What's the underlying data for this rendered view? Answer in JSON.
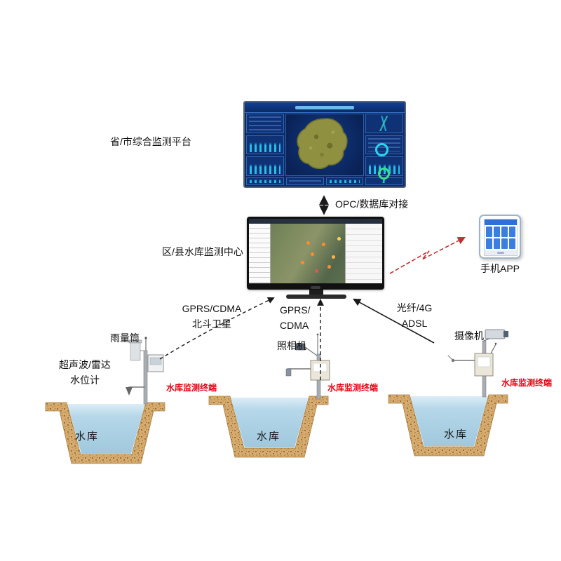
{
  "diagram": {
    "platform_label": "省/市综合监测平台",
    "opc_label": "OPC/数据库对接",
    "center_label": "区/县水库监测中心",
    "phone_label": "手机APP",
    "links": {
      "left": [
        "GPRS/CDMA",
        "北斗卫星"
      ],
      "middle": [
        "GPRS/",
        "CDMA"
      ],
      "right": [
        "光纤/4G",
        "ADSL"
      ]
    },
    "stations": [
      {
        "rain_gauge": "雨量筒",
        "level_1": "超声波/雷达",
        "level_2": "水位计",
        "terminal": "水库监测终端",
        "reservoir": "水库"
      },
      {
        "camera": "照相机",
        "terminal": "水库监测终端",
        "reservoir": "水库"
      },
      {
        "camera": "摄像机",
        "terminal": "水库监测终端",
        "reservoir": "水库"
      }
    ],
    "colors": {
      "terminal_red": "#e60012",
      "water": "#b9d8ea",
      "soil": "#d6ab6e",
      "dashboard_blue": "#0b2a66",
      "accent_cyan": "#29d2f0",
      "arrow_black": "#1a1a1a",
      "arrow_red": "#c03030"
    }
  }
}
